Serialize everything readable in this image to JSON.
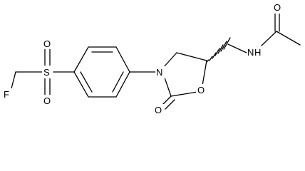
{
  "diagram": {
    "type": "skeletal-structure",
    "atoms": [
      {
        "id": "F",
        "label": "F"
      },
      {
        "id": "S",
        "label": "S"
      },
      {
        "id": "O_sulfonyl_up",
        "label": "O"
      },
      {
        "id": "O_sulfonyl_down",
        "label": "O"
      },
      {
        "id": "N_ring",
        "label": "N"
      },
      {
        "id": "O_ring",
        "label": "O"
      },
      {
        "id": "O_carbonyl",
        "label": "O"
      },
      {
        "id": "N_amide",
        "label": "N"
      },
      {
        "id": "H_amide",
        "label": "H"
      },
      {
        "id": "O_amide",
        "label": "O"
      }
    ],
    "stereo_bond": "hashed-wedge"
  }
}
